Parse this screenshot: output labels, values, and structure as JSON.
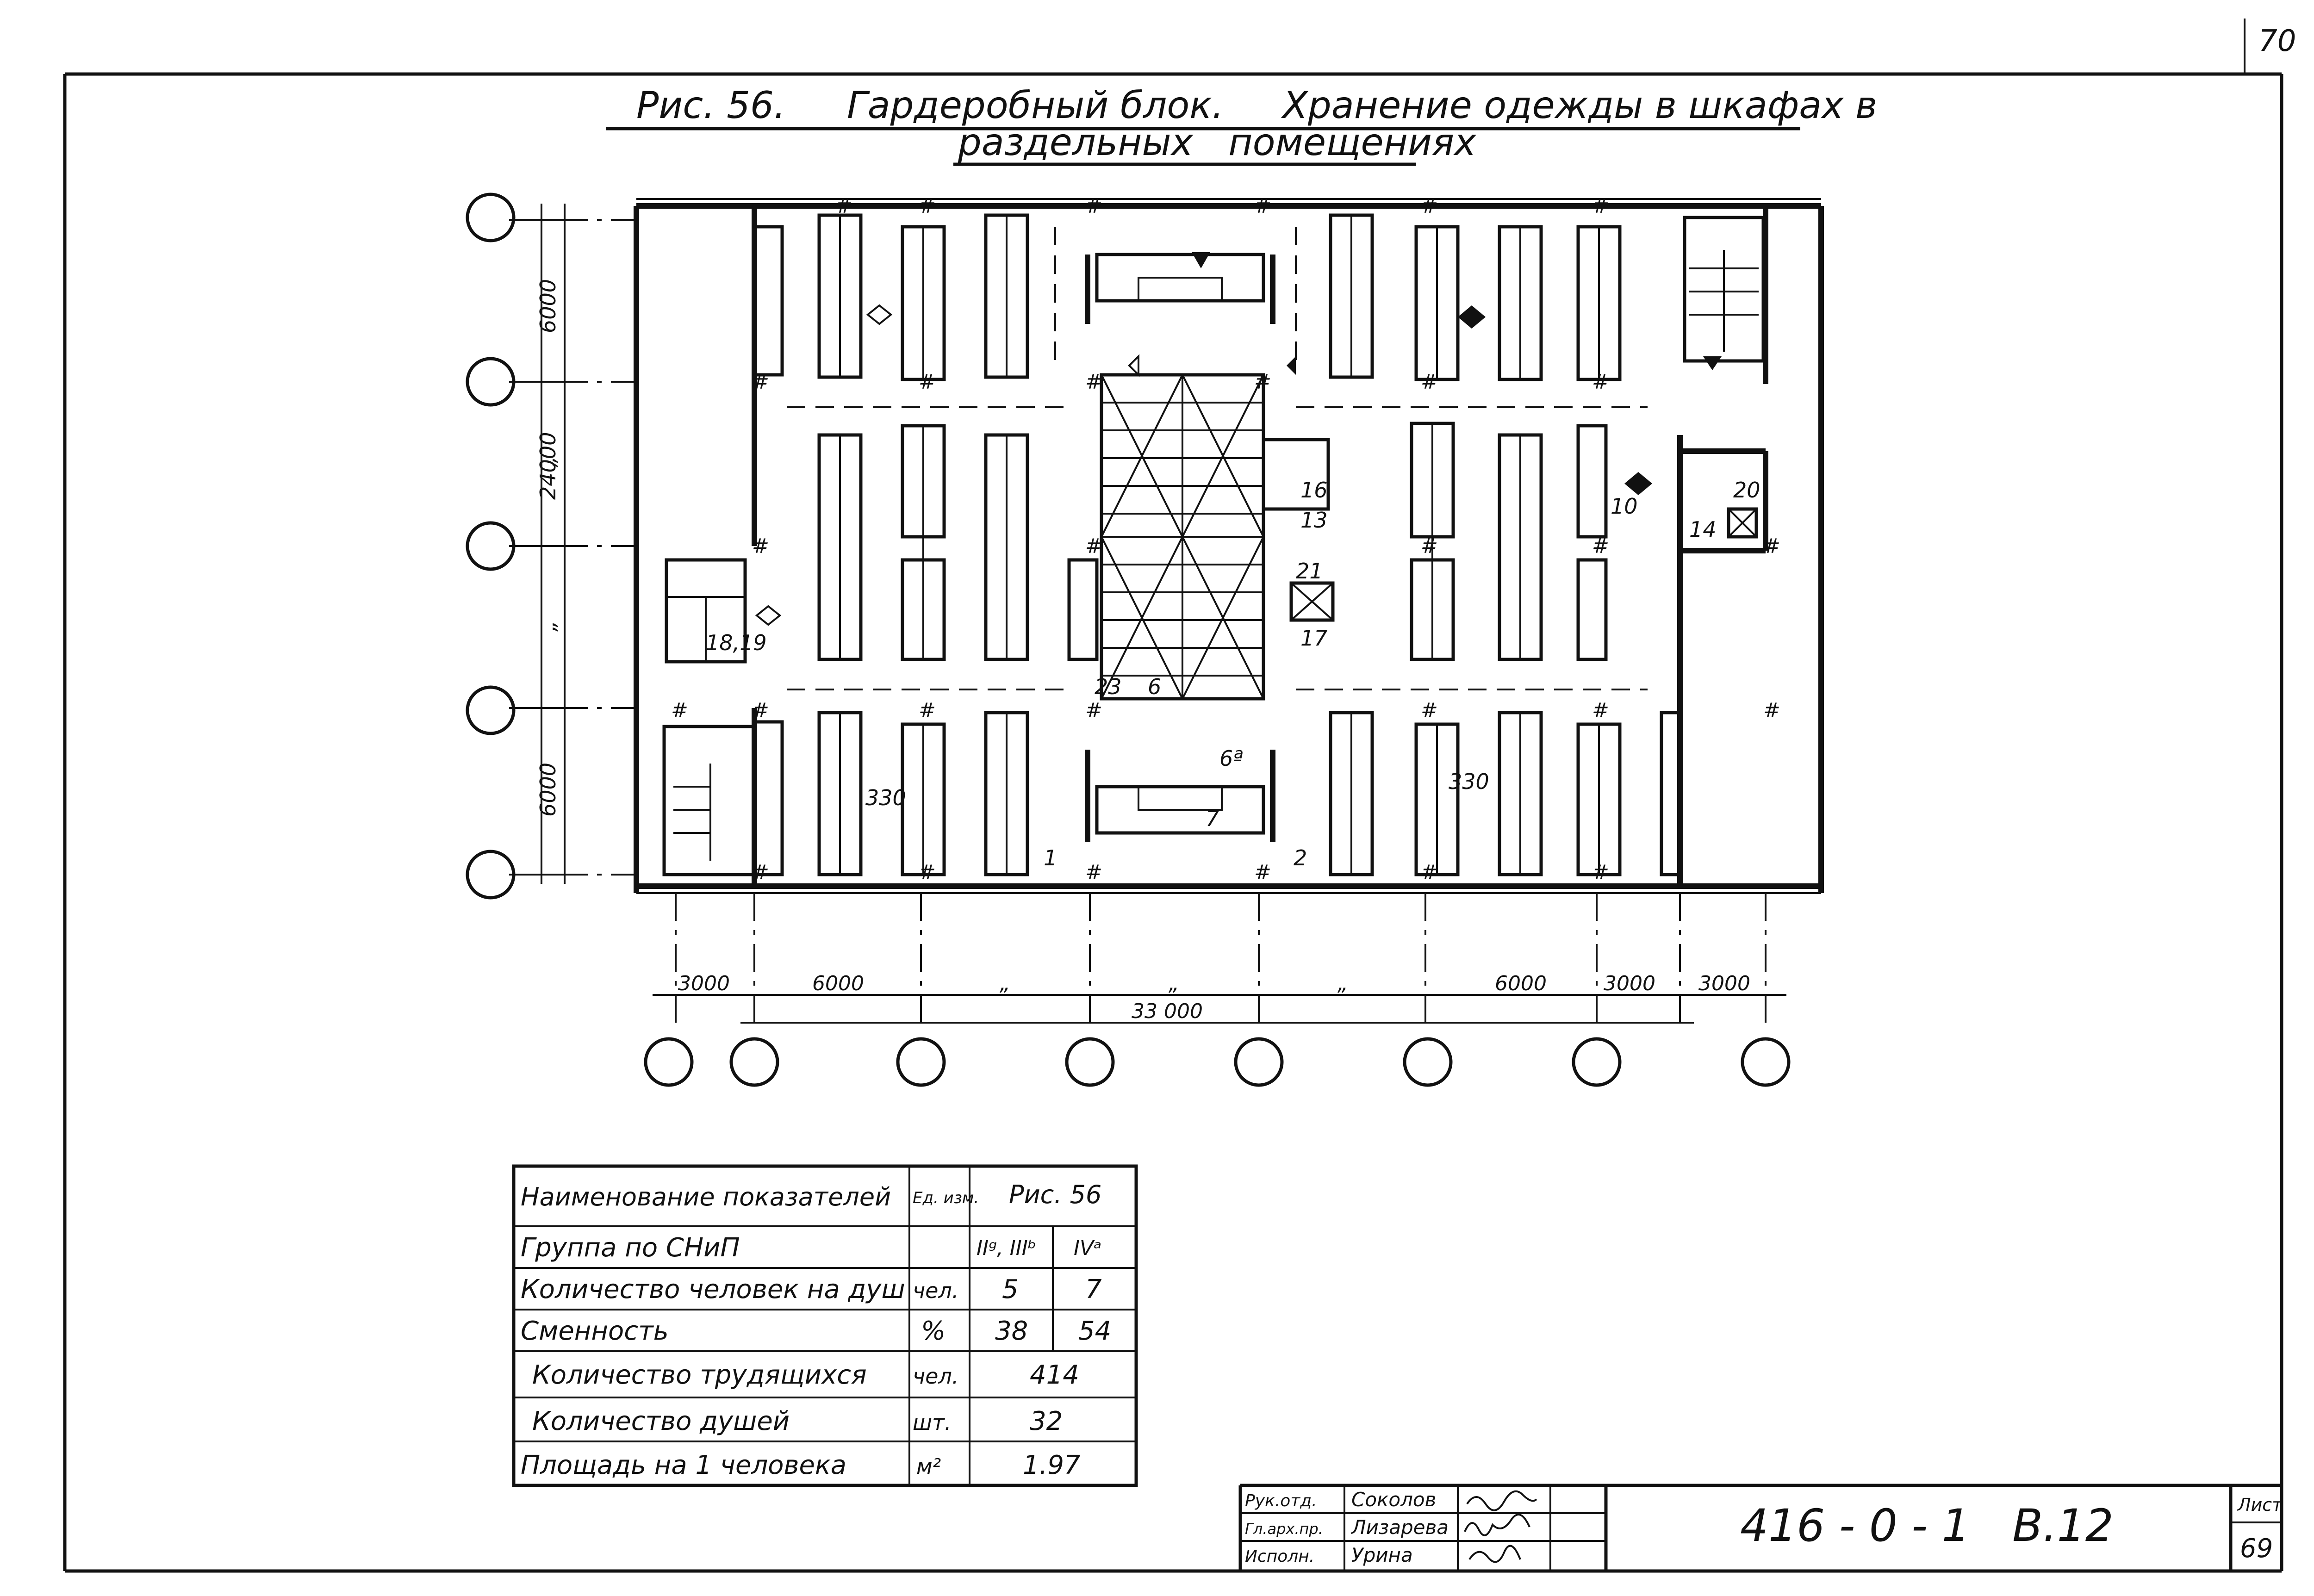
{
  "sheet": {
    "page_number": "70",
    "title": {
      "fig_label": "Рис. 56.",
      "line1": "Гардеробный блок.     Хранение одежды в шкафах в",
      "line2": "раздельных   помещениях"
    }
  },
  "plan": {
    "grid_circles_left_count": 5,
    "grid_circles_bottom_count": 8,
    "vertical_dims": {
      "top": "6000",
      "overall": "24000",
      "mid1": "„",
      "mid2": "„",
      "bottom": "6000"
    },
    "horizontal_dims": [
      "3000",
      "6000",
      "„",
      "„",
      "„",
      "6000",
      "3000",
      "3000"
    ],
    "overall_width": "33 000",
    "room_numbers": [
      "16",
      "13",
      "21",
      "17",
      "10",
      "20",
      "14",
      "18,19",
      "23",
      "6",
      "6ª",
      "7",
      "1",
      "2",
      "330",
      "330"
    ]
  },
  "table": {
    "headers": {
      "name": "Наименование показателей",
      "unit": "Ед. изм.",
      "fig": "Рис. 56"
    },
    "rows": [
      {
        "name": "Группа по СНиП",
        "unit": "",
        "v1": "IIᵍ, IIIᵇ",
        "v2": "IVᵃ"
      },
      {
        "name": "Количество человек на душ",
        "unit": "чел.",
        "v1": "5",
        "v2": "7"
      },
      {
        "name": "Сменность",
        "unit": "%",
        "v1": "38",
        "v2": "54"
      },
      {
        "name": "Количество трудящихся",
        "unit": "чел.",
        "v": "414"
      },
      {
        "name": "Количество душей",
        "unit": "шт.",
        "v": "32"
      },
      {
        "name": "Площадь на 1 человека",
        "unit": "м²",
        "v": "1.97"
      }
    ]
  },
  "stamp": {
    "roles": [
      "Рук.отд.",
      "Гл.арх.пр.",
      "Исполн."
    ],
    "names": [
      "Соколов",
      "Лизарева",
      "Урина"
    ],
    "signatures": [
      "(подпись)",
      "(подпись)",
      "(подпись)"
    ],
    "code": "416 - 0 - 1   В.12",
    "sheet_label": "Лист",
    "sheet_number": "69"
  }
}
